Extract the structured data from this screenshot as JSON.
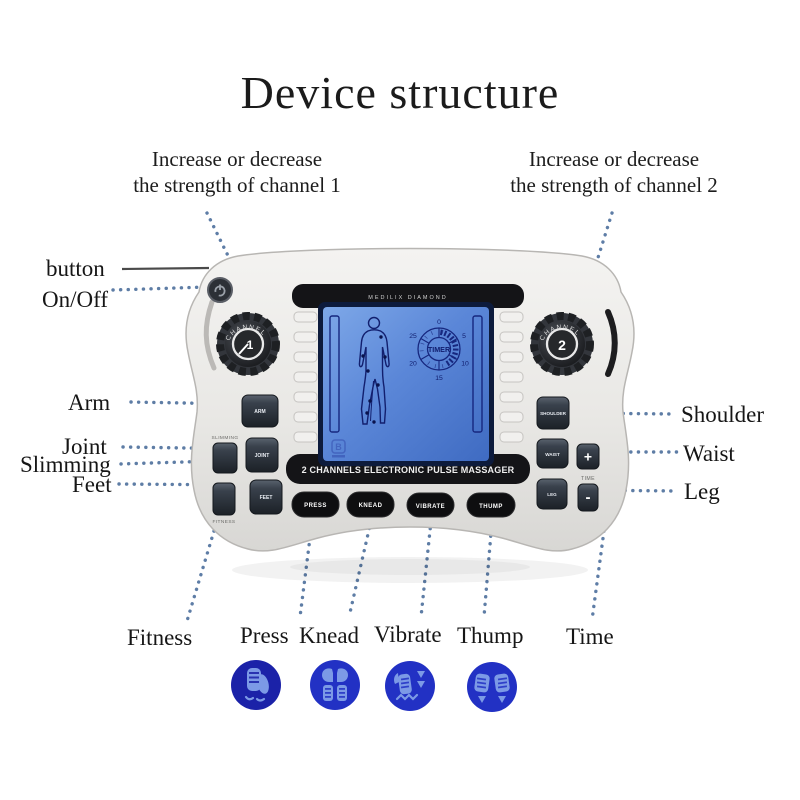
{
  "title": "Device structure",
  "annotations": {
    "channel1_line1": "Increase or decrease",
    "channel1_line2": "the strength of channel 1",
    "channel2_line1": "Increase or decrease",
    "channel2_line2": "the strength of channel 2",
    "button": "button",
    "on_off": "On/Off",
    "arm": "Arm",
    "joint": "Joint",
    "slimming": "Slimming",
    "feet": "Feet",
    "shoulder": "Shoulder",
    "waist": "Waist",
    "leg": "Leg",
    "fitness": "Fitness",
    "press": "Press",
    "knead": "Knead",
    "vibrate": "Vibrate",
    "thump": "Thump",
    "time": "Time"
  },
  "device": {
    "brand": "MEDILIX DIAMOND",
    "caption": "2 CHANNELS ELECTRONIC PULSE MASSAGER",
    "knob_text": "CHANNEL",
    "knob1_number": "1",
    "knob2_number": "2",
    "timer_label": "TIMER",
    "timer_ticks": [
      "0",
      "5",
      "10",
      "15",
      "20",
      "25"
    ],
    "buttons_left": [
      "ARM",
      "JOINT",
      "FEET"
    ],
    "buttons_right": [
      "SHOULDER",
      "WAIST",
      "LEG"
    ],
    "mode_buttons": [
      "PRESS",
      "KNEAD",
      "VIBRATE",
      "THUMP"
    ],
    "body_label_slimming": "SLIMMING",
    "body_label_fitness": "FITNESS",
    "body_label_time": "TIME",
    "plus": "+",
    "minus": "-"
  },
  "colors": {
    "lcd_blue": "#5b87d8",
    "icon_blue": "#2231c4",
    "icon_blue_dark": "#1b22a8",
    "dotted_line": "#4d6f9c",
    "body_gray": "#e9e8e5"
  }
}
